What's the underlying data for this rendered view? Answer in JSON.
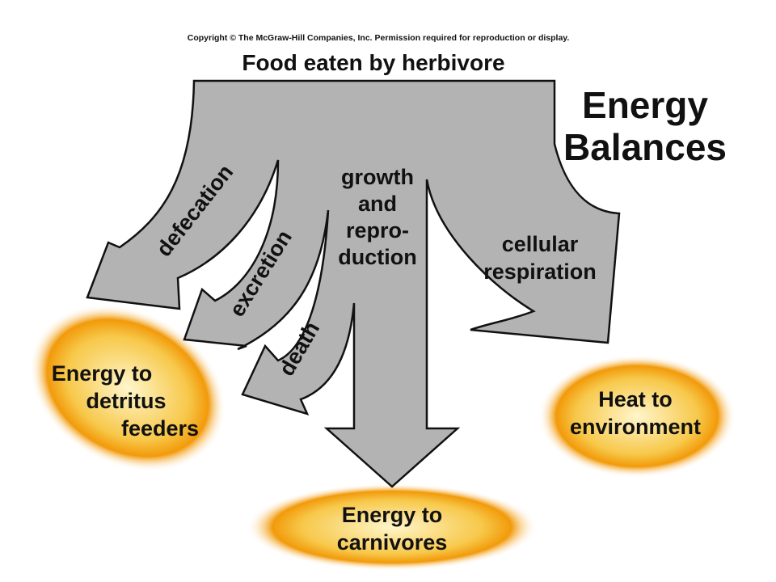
{
  "copyright": "Copyright © The McGraw-Hill Companies, Inc. Permission required for reproduction or display.",
  "title": {
    "line1": "Energy",
    "line2": "Balances"
  },
  "source": {
    "label": "Food eaten by herbivore"
  },
  "flows": {
    "defecation": "defecation",
    "excretion": "excretion",
    "death": "death",
    "growth": {
      "line1": "growth",
      "line2": "and",
      "line3": "repro-",
      "line4": "duction"
    },
    "respiration": {
      "line1": "cellular",
      "line2": "respiration"
    }
  },
  "destinations": {
    "detritus": {
      "line1": "Energy to",
      "line2": "detritus",
      "line3": "feeders"
    },
    "carnivores": {
      "line1": "Energy to",
      "line2": "carnivores"
    },
    "heat": {
      "line1": "Heat to",
      "line2": "environment"
    }
  },
  "colors": {
    "arrow_fill": "#b3b3b3",
    "arrow_stroke": "#111111",
    "blob_center": "#fff6cc",
    "blob_mid": "#f7c84a",
    "blob_edge": "#f29a0a"
  }
}
